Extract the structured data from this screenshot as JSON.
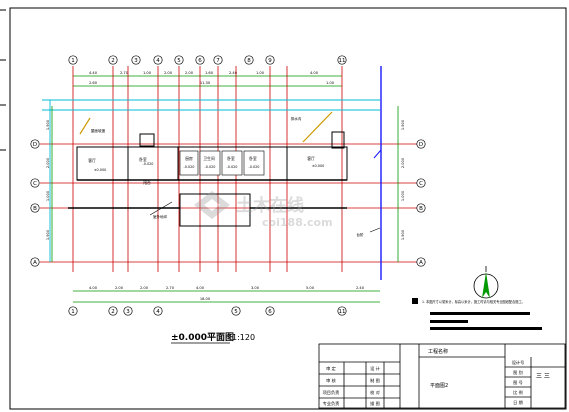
{
  "drawing": {
    "title": "±0.000平面图",
    "scale": "1:120",
    "top_grid_labels": [
      "1",
      "2",
      "3",
      "4",
      "5",
      "6",
      "7",
      "8",
      "9",
      "11"
    ],
    "bottom_grid_labels": [
      "1",
      "2",
      "3",
      "4",
      "5",
      "6",
      "11"
    ],
    "side_grid_labels": [
      "D",
      "C",
      "B",
      "A"
    ],
    "top_dims_row1": [
      "4.40",
      "2.70",
      "1.00",
      "2.00",
      "2.00",
      "1.60",
      "2.40",
      "1.00",
      "4.00"
    ],
    "top_dims_row2": [
      "2.60",
      "11.30",
      "1.00"
    ],
    "bottom_dims_row1": [
      "4.00",
      "2.00",
      "2.00",
      "2.70",
      "4.00",
      "3.00",
      "5.00",
      "2.40"
    ],
    "bottom_dims_row2": [
      "18.00"
    ],
    "left_dims": [
      "1.900",
      "2.000",
      "1.000",
      "1.900"
    ],
    "right_dims": [
      "1.900",
      "2.000",
      "1.000",
      "1.900"
    ],
    "room_labels": [
      "客厅",
      "卧室",
      "厨房",
      "卫生间",
      "卧室",
      "卧室",
      "阳台",
      "客厅"
    ],
    "level_tags": [
      "±0.000",
      "-0.020",
      "-0.020",
      "-0.020",
      "-0.020",
      "-0.020",
      "±0.000"
    ],
    "annotations": [
      "屋面坡度",
      "排水沟",
      "室外地坪",
      "台阶"
    ],
    "watermark_logo": "土木在线",
    "watermark_url": "coi188.com"
  },
  "notes": {
    "line1": "1. 本图尺寸以毫米计，标高以米计，施工时请与相关专业图纸配合施工。"
  },
  "title_block": {
    "project_label": "工程名称",
    "drawing_name": "平面图2",
    "sheet_no": "三 三",
    "cells": [
      "审 定",
      "审 核",
      "项目负责",
      "专业负责",
      "设 计",
      "制 图",
      "校 对",
      "描 图"
    ],
    "right_cells": [
      "设计号",
      "图 别",
      "图 号",
      "比 例",
      "日 期"
    ]
  },
  "colors": {
    "axis": "#cc0000",
    "dimension": "#009900",
    "wall": "#000000",
    "cyan": "#00bcd4",
    "blue": "#1a1aff",
    "magenta": "#cc00cc"
  }
}
